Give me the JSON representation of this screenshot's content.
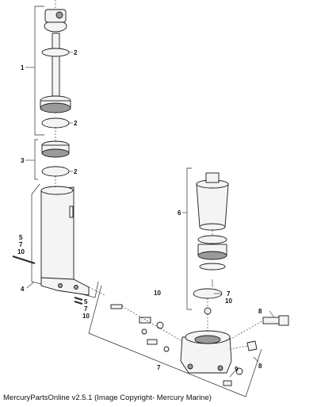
{
  "callouts": {
    "c1": "1",
    "c2a": "2",
    "c2b": "2",
    "c3": "3",
    "c2c": "2",
    "c4": "4",
    "c5a": "5",
    "c7a": "7",
    "c10a": "10",
    "c5b": "5",
    "c7b": "7",
    "c10b": "10",
    "c6": "6",
    "c7c": "7",
    "c10c": "10",
    "c10d": "10",
    "c8a": "8",
    "c8b": "8",
    "c9": "9",
    "c7d": "7"
  },
  "caption": "MercuryPartsOnline v2.5.1 (Image Copyright- Mercury Marine)"
}
